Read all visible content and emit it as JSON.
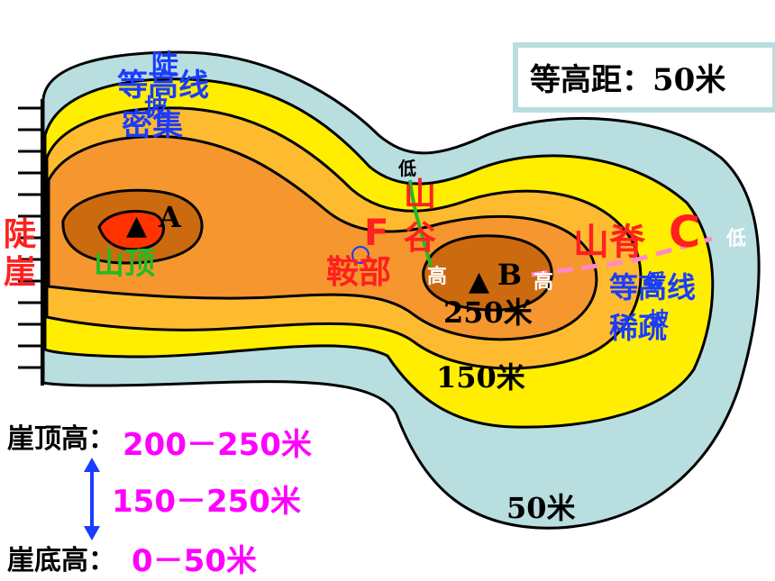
{
  "interval_box": {
    "text": "等高距：50米"
  },
  "peaks": {
    "a": {
      "letter": "A",
      "marker": "▲"
    },
    "b": {
      "letter": "B",
      "marker": "▲"
    }
  },
  "contours": {
    "c250": "250米",
    "c150": "150米",
    "c50": "50米"
  },
  "terms": {
    "dense_top": "陡",
    "dense_l1": "等高线",
    "dense_l2": "密集",
    "dense_extra": "坡",
    "cliff_1": "陡",
    "cliff_2": "崖",
    "summit": "山顶",
    "saddle": "鞍部",
    "valley_1": "山",
    "valley_2": "谷",
    "ridge": "山脊",
    "sparse_l1": "等高线",
    "sparse_l2": "稀疏",
    "sparse_extra_1": "缓",
    "sparse_extra_2": "坡",
    "letter_f": "F",
    "letter_c": "C"
  },
  "small": {
    "low": "低",
    "high": "高"
  },
  "cliff_heights": {
    "top_label": "崖顶高：",
    "top_value": "200－250米",
    "diff_value": "150－250米",
    "bottom_label": "崖底高：",
    "bottom_value": "0－50米"
  },
  "colors": {
    "outer": "#b8dee0",
    "yellow": "#ffee00",
    "light_orange": "#ffbb30",
    "orange": "#f5962f",
    "brown": "#cc6a10",
    "red": "#ff3300",
    "blue_text": "#1a3cff",
    "red_text": "#ff2020",
    "magenta": "#ff00ff"
  }
}
